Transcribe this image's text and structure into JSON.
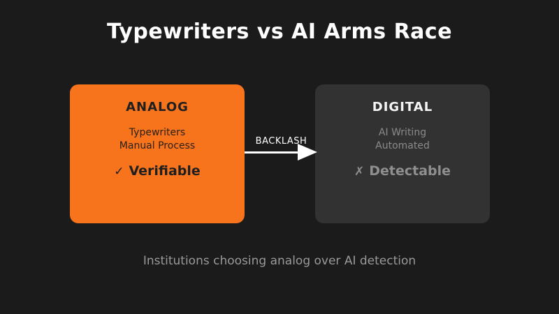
{
  "title": "Typewriters vs AI Arms Race",
  "colors": {
    "background": "#1b1b1b",
    "analog_card": "#f7741d",
    "digital_card": "#323232",
    "title_text": "#ffffff",
    "arrow": "#ffffff",
    "muted_text": "#9a9a9a"
  },
  "cards": {
    "analog": {
      "title": "ANALOG",
      "lines": [
        "Typewriters",
        "Manual Process"
      ],
      "badge_icon": "✓",
      "badge_label": "Verifiable"
    },
    "digital": {
      "title": "DIGITAL",
      "lines": [
        "AI Writing",
        "Automated"
      ],
      "badge_icon": "✗",
      "badge_label": "Detectable"
    }
  },
  "arrow": {
    "label": "BACKLASH"
  },
  "caption": "Institutions choosing analog over AI detection"
}
